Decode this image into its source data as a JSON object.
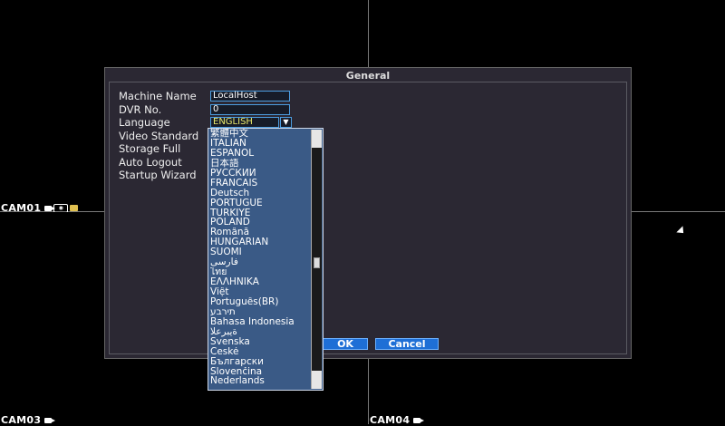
{
  "cameras": [
    {
      "label": "CAM01"
    },
    {
      "label": "CAM03"
    },
    {
      "label": "CAM04"
    }
  ],
  "dialog": {
    "title": "General",
    "fields": {
      "machine_name": {
        "label": "Machine Name",
        "value": "LocalHost"
      },
      "dvr_no": {
        "label": "DVR No.",
        "value": "0"
      },
      "language": {
        "label": "Language",
        "value": "ENGLISH"
      },
      "video_standard": {
        "label": "Video Standard"
      },
      "storage_full": {
        "label": "Storage Full"
      },
      "auto_logout": {
        "label": "Auto Logout"
      },
      "startup_wizard": {
        "label": "Startup Wizard"
      }
    },
    "ok_label": "OK",
    "cancel_label": "Cancel"
  },
  "language_options": [
    "繁體中文",
    "ITALIAN",
    "ESPAÑOL",
    "日本語",
    "РУССКИЙ",
    "FRANCAIS",
    "Deutsch",
    "PORTUGUÊ",
    "TÜRKIYE",
    "POLAND",
    "Română",
    "HUNGARIAN",
    "SUOMI",
    "فارسی",
    "ไทย",
    "ΕΛΛΗΝΙΚΑ",
    "Việt",
    "Português(BR)",
    "תירבע",
    "Bahasa Indonesia",
    "ةيبرعلا",
    "Svenska",
    "České",
    "Български",
    "Slovenčina",
    "Nederlands"
  ],
  "colors": {
    "dialog_bg": "#2b2833",
    "field_border": "#4c9de0",
    "button_blue": "#1e6fd6",
    "dropdown_bg": "#3a5a86",
    "language_value": "#e8e86a"
  }
}
